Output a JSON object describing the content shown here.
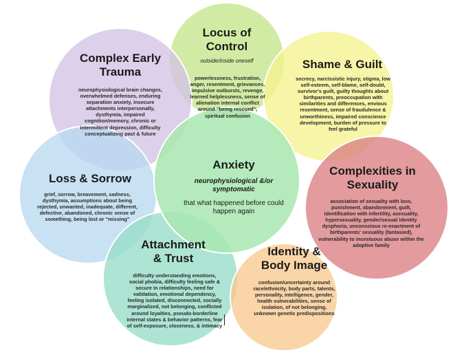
{
  "colors": {
    "locus": "#c5e68a",
    "trauma": "#d3c3e4",
    "shame": "#f5f28e",
    "loss": "#b9d9f0",
    "anxiety": "#a8e8b0",
    "sexuality": "#db7f83",
    "attachment": "#97dcc8",
    "identity": "#f7c98f",
    "outline": "#ffffff"
  },
  "nodes": {
    "locus": {
      "title_line1": "Locus of",
      "title_line2": "Control",
      "subtitle": "outside/inside oneself",
      "body": "powerlessness, frustration, anger, resentment, grievances, impulsive outbursts, revenge, learned helplessness, sense of alienation internal conflict around \"being rescued\", spiritual confusion"
    },
    "trauma": {
      "title_line1": "Complex Early",
      "title_line2": "Trauma",
      "body": "neurophysiological brain changes, overwhelmed defenses, enduring separation anxiety, insecure attachments interpersonally, dysthymia, impaired cognition/memory, chronic or intermittent depression, difficulty conceptualizing past & future"
    },
    "shame": {
      "title": "Shame & Guilt",
      "body": "secrecy, narcissistic injury, stigma, low self-esteem, self-blame, self-doubt, survivor's guilt, guilty thoughts about birthparents, preoccupation with similarities and differences, envious resentment, sense of fraudulence & unworthiness, impaired conscience development, burden of pressure to feel grateful"
    },
    "loss": {
      "title": "Loss & Sorrow",
      "body": "grief, sorrow, breavement, sadness, dysthymia, assumptions about being rejected, unwanted, inadequate, different, defective, abandoned, chronic sense of something, being lost or \"missing\""
    },
    "anxiety": {
      "title": "Anxiety",
      "subtitle": "neurophysiological &/or symptomatic",
      "body": "that what happened before could happen again"
    },
    "sexuality": {
      "title_line1": "Complexities in",
      "title_line2": "Sexuality",
      "body": "association of sexuality with loss, punishment, abandonment, guilt, identification with infertility, asexuality, hypersexuality, gender/sexual identity dysphoria, unconscious re-enactment of birthparents' sexuality (fantasied), vulnerability to incestuous abuse within the adoptive family"
    },
    "attachment": {
      "title_line1": "Attachment",
      "title_line2": "& Trust",
      "body": "difficulty understanding emotions, social phobia, difficulty feeling safe & secure in relationships, need for validation, emotional dependency, feeling isolated, disconnected, socially marginalized, not belonging, conflicted around loyalties, pseudo-borderline internal states & behavior patterns, fear of self-exposure, closeness, & intimacy"
    },
    "identity": {
      "title_line1": "Identity &",
      "title_line2": "Body Image",
      "body": "confusion/uncertainty around race/ethnicity, body parts, talents, personality, intelligence, gender, health vulnerabilities, sense of isolation, of not belonging, unknown genetic predispositions"
    }
  }
}
